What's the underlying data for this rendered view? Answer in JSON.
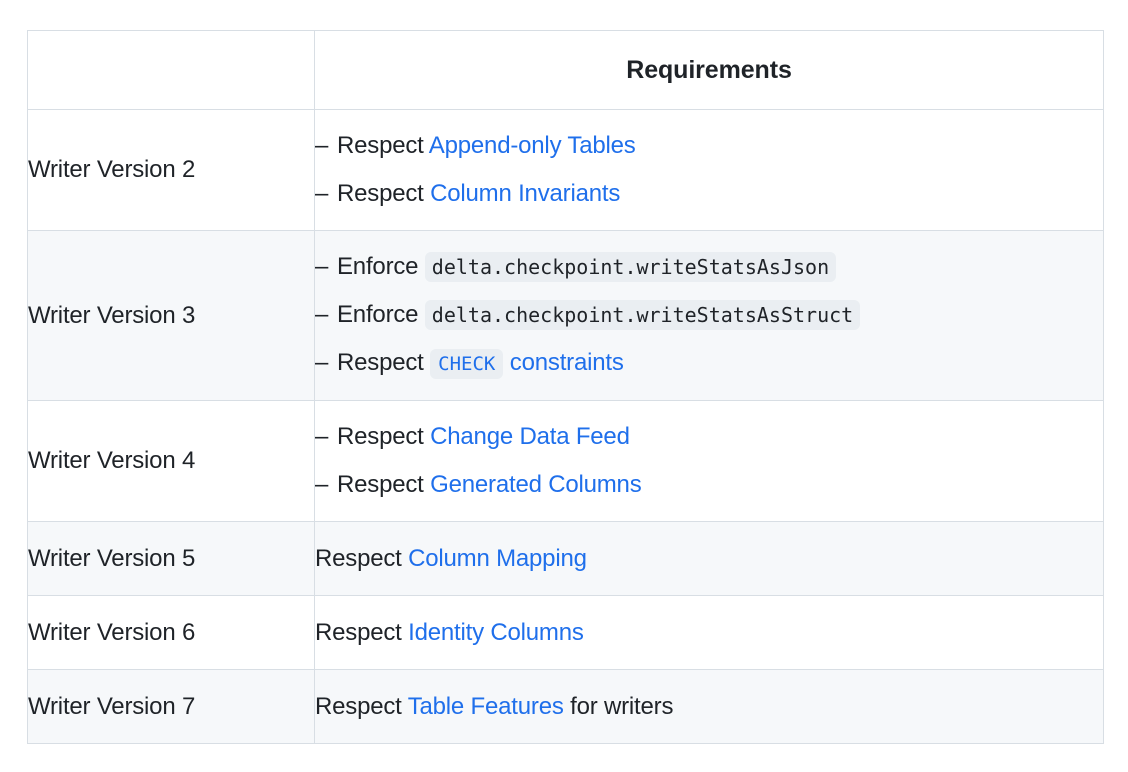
{
  "table": {
    "columns": [
      "",
      "Requirements"
    ],
    "header_requirements": "Requirements",
    "rows": [
      {
        "version": "Writer Version 2",
        "shaded": false,
        "lines": [
          {
            "dash": "–",
            "prefix": "Respect ",
            "link": "Append-only Tables",
            "suffix": ""
          },
          {
            "dash": "–",
            "prefix": "Respect ",
            "link": "Column Invariants",
            "suffix": ""
          }
        ]
      },
      {
        "version": "Writer Version 3",
        "shaded": true,
        "lines": [
          {
            "dash": "–",
            "prefix": "Enforce ",
            "code": "delta.checkpoint.writeStatsAsJson",
            "suffix": ""
          },
          {
            "dash": "–",
            "prefix": "Enforce ",
            "code": "delta.checkpoint.writeStatsAsStruct",
            "suffix": ""
          },
          {
            "dash": "–",
            "prefix": "Respect ",
            "code_link": "CHECK",
            "link": " constraints",
            "suffix": ""
          }
        ]
      },
      {
        "version": "Writer Version 4",
        "shaded": false,
        "lines": [
          {
            "dash": "–",
            "prefix": "Respect ",
            "link": "Change Data Feed",
            "suffix": ""
          },
          {
            "dash": "–",
            "prefix": "Respect ",
            "link": "Generated Columns",
            "suffix": ""
          }
        ]
      },
      {
        "version": "Writer Version 5",
        "shaded": true,
        "lines": [
          {
            "dash": "",
            "prefix": "Respect ",
            "link": "Column Mapping",
            "suffix": ""
          }
        ]
      },
      {
        "version": "Writer Version 6",
        "shaded": false,
        "lines": [
          {
            "dash": "",
            "prefix": "Respect ",
            "link": "Identity Columns",
            "suffix": ""
          }
        ]
      },
      {
        "version": "Writer Version 7",
        "shaded": true,
        "lines": [
          {
            "dash": "",
            "prefix": "Respect ",
            "link": "Table Features",
            "suffix": " for writers"
          }
        ]
      }
    ]
  },
  "colors": {
    "link": "#1f6feb",
    "text": "#1f2328",
    "border": "#d8dee4",
    "row_shade": "#f6f8fa",
    "code_bg": "#eaeef2"
  }
}
